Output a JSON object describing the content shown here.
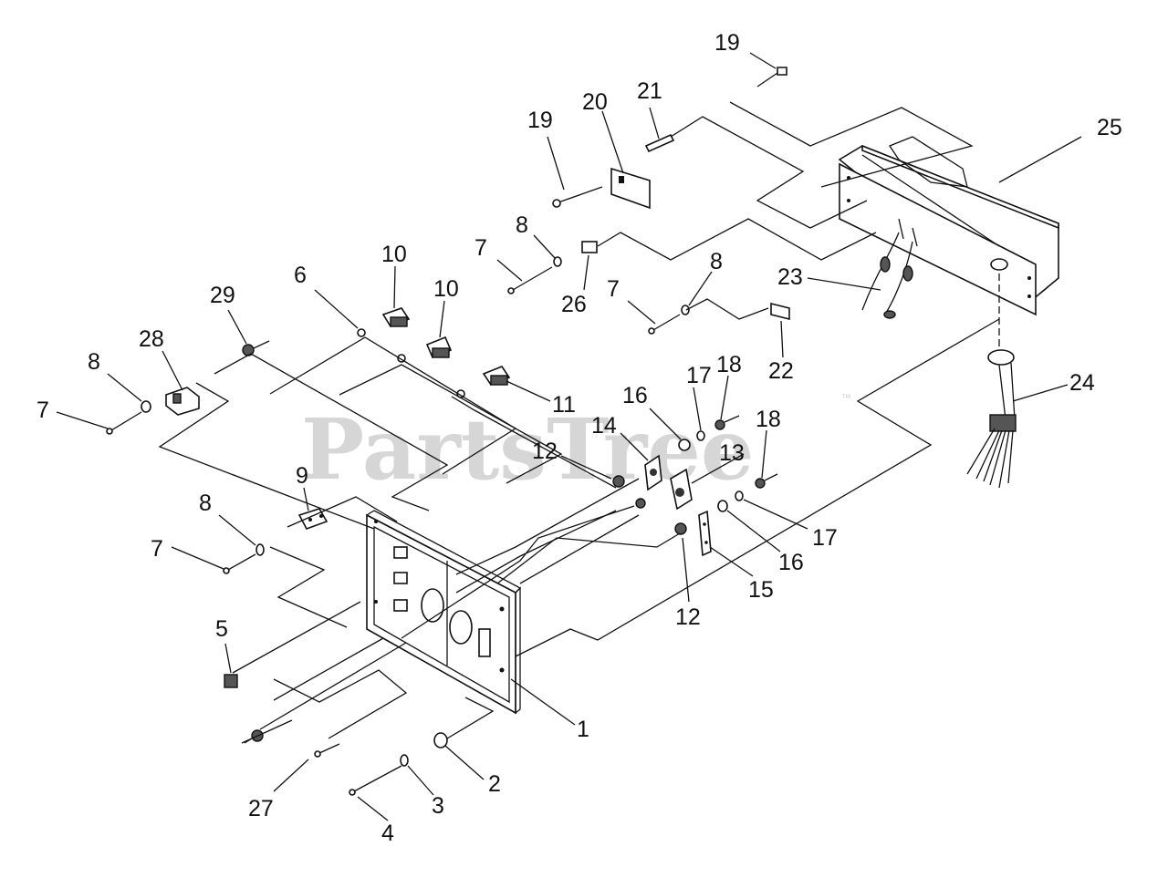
{
  "watermark": {
    "text": "PartsTree",
    "mark": "™"
  },
  "callouts": {
    "c1": "1",
    "c2": "2",
    "c3": "3",
    "c4": "4",
    "c5": "5",
    "c6": "6",
    "c7a": "7",
    "c7b": "7",
    "c7c": "7",
    "c7d": "7",
    "c8a": "8",
    "c8b": "8",
    "c8c": "8",
    "c8d": "8",
    "c9": "9",
    "c10a": "10",
    "c10b": "10",
    "c11": "11",
    "c12a": "12",
    "c12b": "12",
    "c13": "13",
    "c14": "14",
    "c15": "15",
    "c16a": "16",
    "c16b": "16",
    "c17a": "17",
    "c17b": "17",
    "c18a": "18",
    "c18b": "18",
    "c19a": "19",
    "c19b": "19",
    "c20": "20",
    "c21": "21",
    "c22": "22",
    "c23": "23",
    "c24": "24",
    "c25": "25",
    "c26": "26",
    "c27": "27",
    "c28": "28",
    "c29": "29"
  }
}
